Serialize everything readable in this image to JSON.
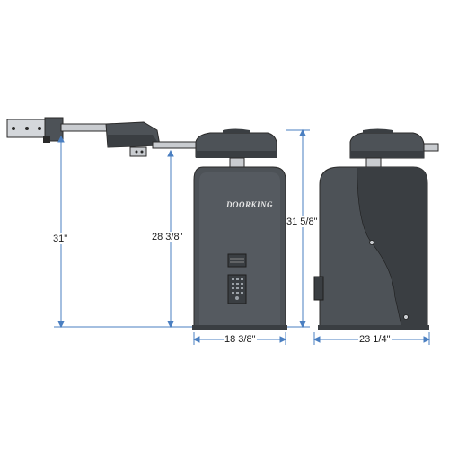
{
  "dimensions": {
    "arm_height": "31\"",
    "arm_height_side": "28 3/8\"",
    "total_height": "31 5/8\"",
    "front_width": "18 3/8\"",
    "side_depth": "23 1/4\""
  },
  "brand_logo": "DOORKING",
  "colors": {
    "housing": "#4d5257",
    "housing_dark": "#3a3e42",
    "housing_light": "#5f656b",
    "arm_metal": "#c9ccd0",
    "dimension_line": "#4a7fc1"
  }
}
